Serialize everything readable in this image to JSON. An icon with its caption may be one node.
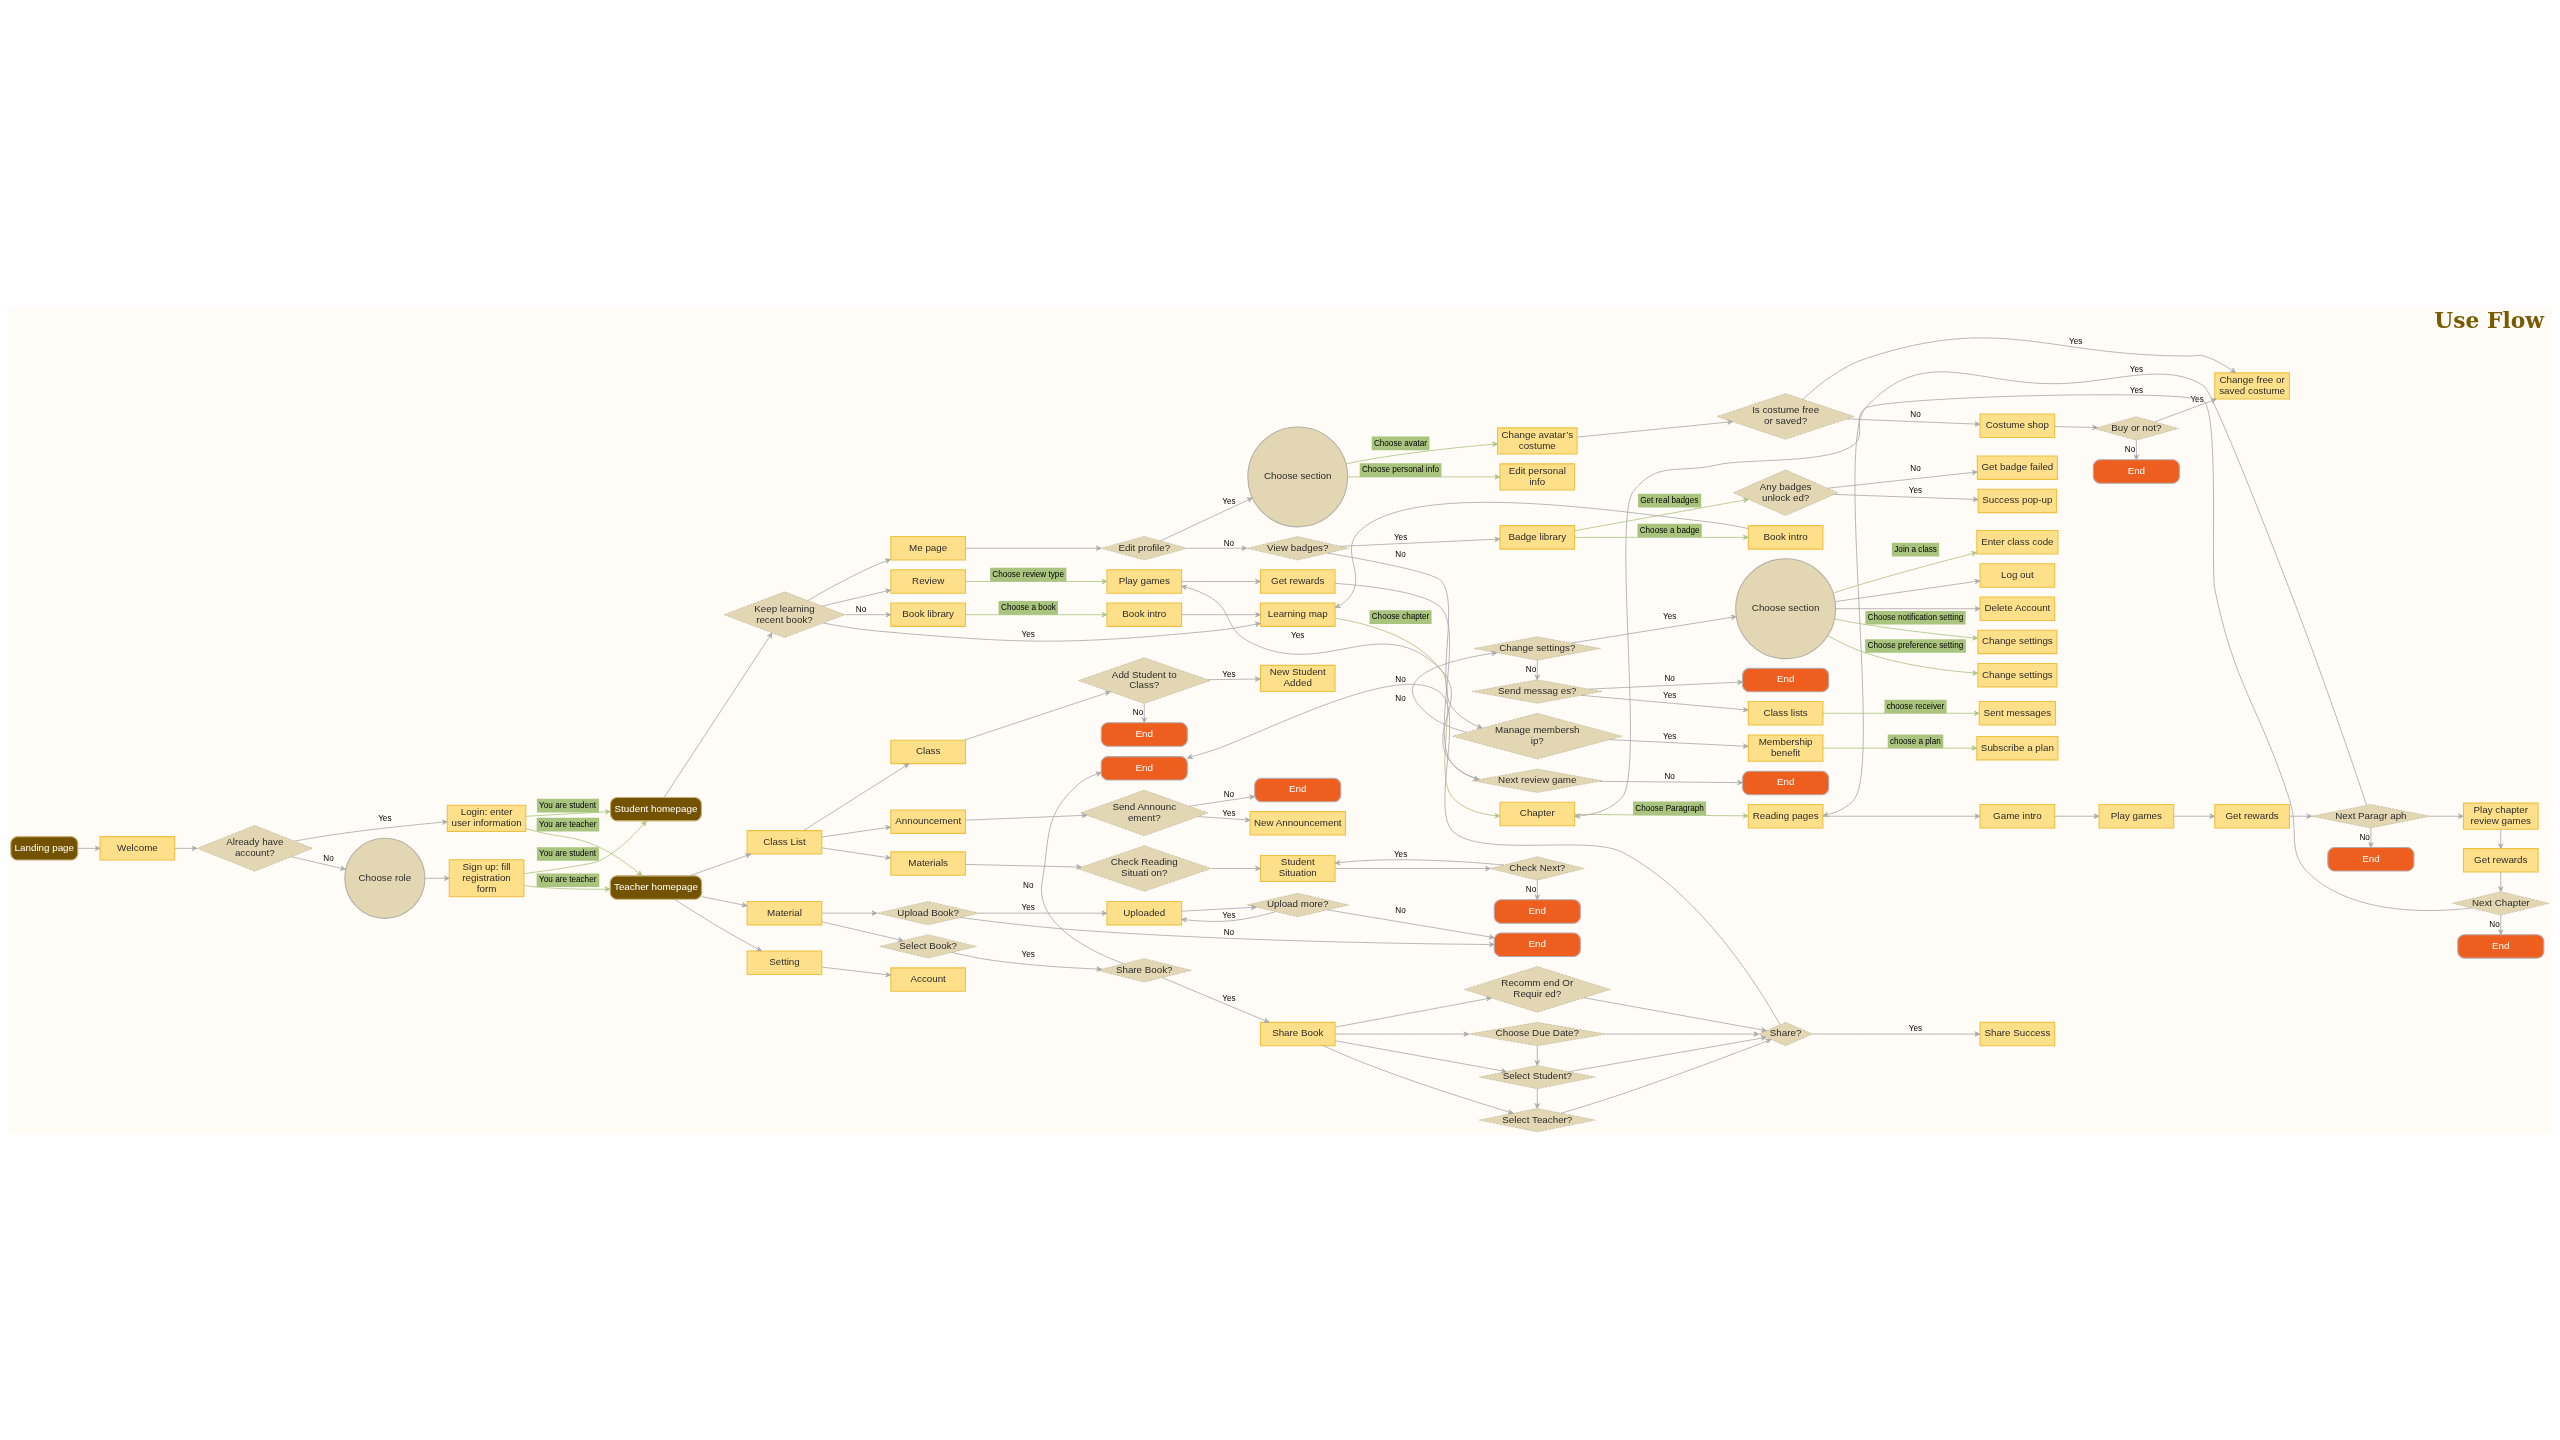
{
  "diagram": {
    "title": "Use Flow",
    "nodes": [
      {
        "text": [
          "Landing page"
        ]
      },
      {
        "text": [
          "Welcome"
        ]
      },
      {
        "text": [
          "Already have account?"
        ]
      },
      {
        "text": [
          "Choose role"
        ]
      },
      {
        "text": [
          "Login: enter user information"
        ]
      },
      {
        "text": [
          "Sign up: fill registration form"
        ]
      },
      {
        "text": [
          "Student homepage"
        ]
      },
      {
        "text": [
          "Teacher homepage"
        ]
      },
      {
        "text": [
          "Keep learning recent book?"
        ]
      },
      {
        "text": [
          "Book library"
        ]
      },
      {
        "text": [
          "Book intro"
        ]
      },
      {
        "text": [
          "Learning map"
        ]
      },
      {
        "text": [
          "Chapter"
        ]
      },
      {
        "text": [
          "Reading pages"
        ]
      },
      {
        "text": [
          "Game intro"
        ]
      },
      {
        "text": [
          "Play games"
        ]
      },
      {
        "text": [
          "Get rewards"
        ]
      },
      {
        "text": [
          "Review"
        ]
      },
      {
        "text": [
          "Play games"
        ]
      },
      {
        "text": [
          "Get rewards"
        ]
      },
      {
        "text": [
          "Next review game"
        ]
      },
      {
        "text": [
          "End"
        ]
      },
      {
        "text": [
          "Me page"
        ]
      },
      {
        "text": [
          "Edit profile?"
        ]
      },
      {
        "text": [
          "Choose section"
        ]
      },
      {
        "text": [
          "Change avatar’s costume"
        ]
      },
      {
        "text": [
          "Is costume free or saved?"
        ]
      },
      {
        "text": [
          "Change free or saved costume"
        ]
      },
      {
        "text": [
          "Edit personal info"
        ]
      },
      {
        "text": [
          "Costume shop"
        ]
      },
      {
        "text": [
          "Buy or not?"
        ]
      },
      {
        "text": [
          "End"
        ]
      },
      {
        "text": [
          "Next Paragr aph"
        ]
      },
      {
        "text": [
          "Play chapter review games"
        ]
      },
      {
        "text": [
          "Get rewards"
        ]
      },
      {
        "text": [
          "End"
        ]
      },
      {
        "text": [
          "Next Chapter"
        ]
      },
      {
        "text": [
          "End"
        ]
      },
      {
        "text": [
          "View badges?"
        ]
      },
      {
        "text": [
          "Badge library"
        ]
      },
      {
        "text": [
          "Book intro"
        ]
      },
      {
        "text": [
          "Any badges unlock ed?"
        ]
      },
      {
        "text": [
          "Success pop-up"
        ]
      },
      {
        "text": [
          "Get badge failed"
        ]
      },
      {
        "text": [
          "Manage membersh ip?"
        ]
      },
      {
        "text": [
          "Membership benefit"
        ]
      },
      {
        "text": [
          "Subscribe a plan"
        ]
      },
      {
        "text": [
          "Change settings?"
        ]
      },
      {
        "text": [
          "Choose section"
        ]
      },
      {
        "text": [
          "Change settings"
        ]
      },
      {
        "text": [
          "Change settings"
        ]
      },
      {
        "text": [
          "Enter class code"
        ]
      },
      {
        "text": [
          "Log out"
        ]
      },
      {
        "text": [
          "Delete Account"
        ]
      },
      {
        "text": [
          "Send messag es?"
        ]
      },
      {
        "text": [
          "Class lists"
        ]
      },
      {
        "text": [
          "Sent messages"
        ]
      },
      {
        "text": [
          "End"
        ]
      },
      {
        "text": [
          "Class List"
        ]
      },
      {
        "text": [
          "Class"
        ]
      },
      {
        "text": [
          "Materials"
        ]
      },
      {
        "text": [
          "Announcement"
        ]
      },
      {
        "text": [
          "Add Student to Class?"
        ]
      },
      {
        "text": [
          "End"
        ]
      },
      {
        "text": [
          "New Student Added"
        ]
      },
      {
        "text": [
          "End"
        ]
      },
      {
        "text": [
          "Check Reading Situati on?"
        ]
      },
      {
        "text": [
          "Student Situation"
        ]
      },
      {
        "text": [
          "Check Next?"
        ]
      },
      {
        "text": [
          "Send Announc ement?"
        ]
      },
      {
        "text": [
          "New Announcement"
        ]
      },
      {
        "text": [
          "End"
        ]
      },
      {
        "text": [
          "Material"
        ]
      },
      {
        "text": [
          "Upload Book?"
        ]
      },
      {
        "text": [
          "Uploaded"
        ]
      },
      {
        "text": [
          "Upload more?"
        ]
      },
      {
        "text": [
          "End"
        ]
      },
      {
        "text": [
          "Select Book?"
        ]
      },
      {
        "text": [
          "Share Book?"
        ]
      },
      {
        "text": [
          "End"
        ]
      },
      {
        "text": [
          "Share Book"
        ]
      },
      {
        "text": [
          "Recomm end Or Requir ed?"
        ]
      },
      {
        "text": [
          "Choose Due Date?"
        ]
      },
      {
        "text": [
          "Select Student?"
        ]
      },
      {
        "text": [
          "Select Teacher?"
        ]
      },
      {
        "text": [
          "Share?"
        ]
      },
      {
        "text": [
          "Share Success"
        ]
      },
      {
        "text": [
          "Setting"
        ]
      },
      {
        "text": [
          "Account"
        ]
      }
    ],
    "edges": [
      {
        "from": 0,
        "to": 1,
        "arrow": "to"
      },
      {
        "from": 1,
        "to": 2,
        "arrow": "to"
      },
      {
        "from": 2,
        "to": 4,
        "arrow": "to",
        "label": "Yes"
      },
      {
        "from": 2,
        "to": 3,
        "arrow": "to",
        "label": "No"
      },
      {
        "from": 3,
        "to": 5,
        "arrow": "to"
      },
      {
        "from": 4,
        "to": 6,
        "arrow": "to",
        "label": "You are student",
        "color": "#a9c47f"
      },
      {
        "from": 5,
        "to": 6,
        "arrow": "to",
        "label": "You are student",
        "color": "#a9c47f"
      },
      {
        "from": 5,
        "to": 7,
        "arrow": "to",
        "label": "You are teacher",
        "color": "#a9c47f"
      },
      {
        "from": 4,
        "to": 7,
        "arrow": "to",
        "label": "You are teacher",
        "color": "#a9c47f"
      },
      {
        "from": 6,
        "to": 8,
        "arrow": "to"
      },
      {
        "from": 8,
        "to": 11,
        "arrow": "to",
        "label": "Yes"
      },
      {
        "from": 8,
        "to": 9,
        "arrow": "to",
        "label": "No"
      },
      {
        "from": 8,
        "to": 17,
        "arrow": "to"
      },
      {
        "from": 8,
        "to": 22,
        "arrow": "to"
      },
      {
        "from": 9,
        "to": 10,
        "arrow": "to",
        "label": "Choose a book",
        "color": "#a9c47f"
      },
      {
        "from": 10,
        "to": 11,
        "arrow": "to"
      },
      {
        "from": 11,
        "to": 12,
        "arrow": "to",
        "label": "Choose chapter",
        "color": "#a9c47f"
      },
      {
        "from": 12,
        "to": 13,
        "arrow": "to",
        "label": "Choose Paragraph",
        "color": "#a9c47f"
      },
      {
        "from": 13,
        "to": 14,
        "arrow": "to"
      },
      {
        "from": 14,
        "to": 15,
        "arrow": "to"
      },
      {
        "from": 15,
        "to": 16,
        "arrow": "to"
      },
      {
        "from": 16,
        "to": 32,
        "arrow": "to"
      },
      {
        "from": 32,
        "to": 13,
        "arrow": "to",
        "label": "Yes"
      },
      {
        "from": 32,
        "to": 33,
        "arrow": "to"
      },
      {
        "from": 32,
        "to": 35,
        "arrow": "to",
        "label": "No"
      },
      {
        "from": 33,
        "to": 34,
        "arrow": "to"
      },
      {
        "from": 34,
        "to": 36,
        "arrow": "to"
      },
      {
        "from": 36,
        "to": 12,
        "arrow": "to",
        "label": "Yes"
      },
      {
        "from": 36,
        "to": 37,
        "arrow": "to",
        "label": "No"
      },
      {
        "from": 17,
        "to": 18,
        "arrow": "to",
        "label": "Choose review type",
        "color": "#a9c47f"
      },
      {
        "from": 18,
        "to": 19,
        "arrow": "to"
      },
      {
        "from": 19,
        "to": 20,
        "arrow": "to"
      },
      {
        "from": 20,
        "to": 21,
        "arrow": "to",
        "label": "No"
      },
      {
        "from": 20,
        "to": 18,
        "arrow": "to",
        "label": "Yes"
      },
      {
        "from": 22,
        "to": 23,
        "arrow": "to"
      },
      {
        "from": 23,
        "to": 24,
        "arrow": "to",
        "label": "Yes"
      },
      {
        "from": 24,
        "to": 25,
        "arrow": "to",
        "label": "Choose avatar",
        "color": "#a9c47f"
      },
      {
        "from": 24,
        "to": 28,
        "arrow": "to",
        "label": "Choose personal info",
        "color": "#a9c47f"
      },
      {
        "from": 25,
        "to": 26,
        "arrow": "to"
      },
      {
        "from": 26,
        "to": 27,
        "arrow": "to",
        "label": "Yes"
      },
      {
        "from": 26,
        "to": 29,
        "arrow": "to",
        "label": "No"
      },
      {
        "from": 29,
        "to": 30,
        "arrow": "to"
      },
      {
        "from": 30,
        "to": 27,
        "arrow": "to",
        "label": "Yes"
      },
      {
        "from": 30,
        "to": 31,
        "arrow": "to",
        "label": "No"
      },
      {
        "from": 23,
        "to": 38,
        "arrow": "to",
        "label": "No"
      },
      {
        "from": 38,
        "to": 39,
        "arrow": "to",
        "label": "Yes"
      },
      {
        "from": 39,
        "to": 40,
        "arrow": "to",
        "label": "Choose a badge",
        "color": "#a9c47f"
      },
      {
        "from": 39,
        "to": 41,
        "arrow": "to",
        "label": "Get real badges",
        "color": "#a9c47f"
      },
      {
        "from": 40,
        "to": 11,
        "arrow": "to"
      },
      {
        "from": 41,
        "to": 42,
        "arrow": "to",
        "label": "Yes"
      },
      {
        "from": 41,
        "to": 43,
        "arrow": "to",
        "label": "No"
      },
      {
        "from": 38,
        "to": 44,
        "arrow": "to",
        "label": "No"
      },
      {
        "from": 44,
        "to": 45,
        "arrow": "to",
        "label": "Yes"
      },
      {
        "from": 45,
        "to": 46,
        "arrow": "to",
        "label": "choose a plan",
        "color": "#a9c47f"
      },
      {
        "from": 44,
        "to": 47,
        "arrow": "to",
        "label": "No"
      },
      {
        "from": 47,
        "to": 48,
        "arrow": "to",
        "label": "Yes"
      },
      {
        "from": 48,
        "to": 49,
        "arrow": "to",
        "label": "Choose notification setting",
        "color": "#a9c47f"
      },
      {
        "from": 48,
        "to": 50,
        "arrow": "to",
        "label": "Choose preference setting",
        "color": "#a9c47f"
      },
      {
        "from": 48,
        "to": 51,
        "arrow": "to",
        "label": "Join a class",
        "color": "#a9c47f"
      },
      {
        "from": 48,
        "to": 52,
        "arrow": "to"
      },
      {
        "from": 48,
        "to": 53,
        "arrow": "to"
      },
      {
        "from": 47,
        "to": 54,
        "arrow": "to",
        "label": "No"
      },
      {
        "from": 54,
        "to": 55,
        "arrow": "to",
        "label": "Yes"
      },
      {
        "from": 55,
        "to": 56,
        "arrow": "to",
        "label": "choose receiver",
        "color": "#a9c47f"
      },
      {
        "from": 54,
        "to": 57,
        "arrow": "to",
        "label": "No"
      },
      {
        "from": 7,
        "to": 58,
        "arrow": "to"
      },
      {
        "from": 7,
        "to": 72,
        "arrow": "to"
      },
      {
        "from": 7,
        "to": 87,
        "arrow": "to"
      },
      {
        "from": 58,
        "to": 59,
        "arrow": "to"
      },
      {
        "from": 58,
        "to": 60,
        "arrow": "to"
      },
      {
        "from": 58,
        "to": 61,
        "arrow": "to"
      },
      {
        "from": 59,
        "to": 62,
        "arrow": "to"
      },
      {
        "from": 62,
        "to": 64,
        "arrow": "to",
        "label": "Yes"
      },
      {
        "from": 62,
        "to": 63,
        "arrow": "to",
        "label": "No"
      },
      {
        "from": 60,
        "to": 66,
        "arrow": "to"
      },
      {
        "from": 66,
        "to": 67,
        "arrow": "to"
      },
      {
        "from": 67,
        "to": 68,
        "arrow": "to"
      },
      {
        "from": 68,
        "to": 67,
        "arrow": "to",
        "label": "Yes"
      },
      {
        "from": 68,
        "to": 65,
        "arrow": "to",
        "label": "No"
      },
      {
        "from": 61,
        "to": 69,
        "arrow": "to"
      },
      {
        "from": 69,
        "to": 70,
        "arrow": "to",
        "label": "Yes"
      },
      {
        "from": 69,
        "to": 71,
        "arrow": "to",
        "label": "No"
      },
      {
        "from": 72,
        "to": 73,
        "arrow": "to"
      },
      {
        "from": 72,
        "to": 77,
        "arrow": "to"
      },
      {
        "from": 73,
        "to": 74,
        "arrow": "to",
        "label": "Yes"
      },
      {
        "from": 73,
        "to": 76,
        "arrow": "to",
        "label": "No"
      },
      {
        "from": 74,
        "to": 75,
        "arrow": "to"
      },
      {
        "from": 75,
        "to": 76,
        "arrow": "to",
        "label": "No"
      },
      {
        "from": 75,
        "to": 74,
        "arrow": "to",
        "label": "Yes"
      },
      {
        "from": 77,
        "to": 78,
        "arrow": "to",
        "label": "Yes"
      },
      {
        "from": 78,
        "to": 79,
        "arrow": "to",
        "label": "No"
      },
      {
        "from": 78,
        "to": 80,
        "arrow": "to",
        "label": "Yes"
      },
      {
        "from": 80,
        "to": 81,
        "arrow": "to"
      },
      {
        "from": 80,
        "to": 82,
        "arrow": "to"
      },
      {
        "from": 80,
        "to": 83,
        "arrow": "to"
      },
      {
        "from": 80,
        "to": 84,
        "arrow": "to"
      },
      {
        "from": 82,
        "to": 83,
        "arrow": "to"
      },
      {
        "from": 83,
        "to": 84,
        "arrow": "to"
      },
      {
        "from": 81,
        "to": 85,
        "arrow": "to"
      },
      {
        "from": 82,
        "to": 85,
        "arrow": "to"
      },
      {
        "from": 83,
        "to": 85,
        "arrow": "to"
      },
      {
        "from": 84,
        "to": 85,
        "arrow": "to"
      },
      {
        "from": 85,
        "to": 79,
        "arrow": "to",
        "label": "No"
      },
      {
        "from": 85,
        "to": 86,
        "arrow": "to",
        "label": "Yes"
      },
      {
        "from": 87,
        "to": 88,
        "arrow": "to"
      }
    ]
  }
}
